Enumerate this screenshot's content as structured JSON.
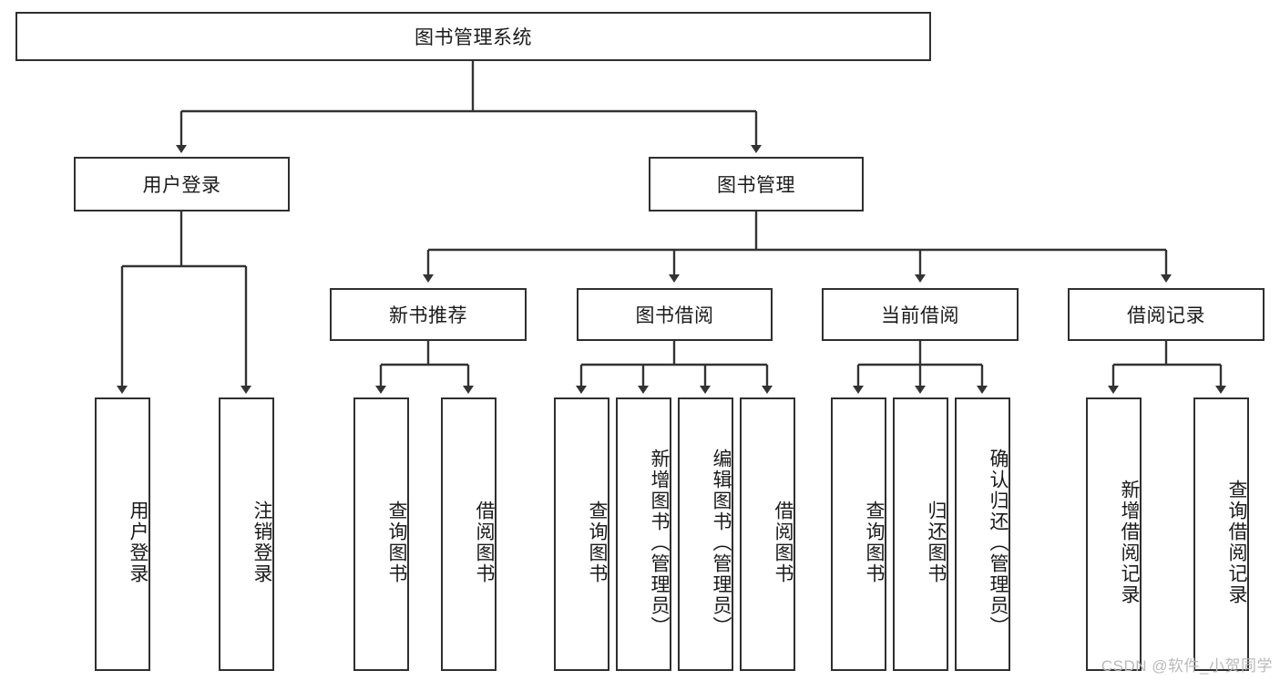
{
  "diagram": {
    "title_node": {
      "label": "图书管理系统"
    },
    "level2": [
      {
        "label": "用户登录"
      },
      {
        "label": "图书管理"
      }
    ],
    "level3": [
      {
        "label": "新书推荐"
      },
      {
        "label": "图书借阅"
      },
      {
        "label": "当前借阅"
      },
      {
        "label": "借阅记录"
      }
    ],
    "leaves": [
      {
        "label": "用户登录"
      },
      {
        "label": "注销登录"
      },
      {
        "label": "查询图书"
      },
      {
        "label": "借阅图书"
      },
      {
        "label": "查询图书"
      },
      {
        "label": "新增图书（管理员）"
      },
      {
        "label": "编辑图书（管理员）"
      },
      {
        "label": "借阅图书"
      },
      {
        "label": "查询图书"
      },
      {
        "label": "归还图书"
      },
      {
        "label": "确认归还（管理员）"
      },
      {
        "label": "新增借阅记录"
      },
      {
        "label": "查询借阅记录"
      }
    ]
  },
  "watermark": {
    "text": "CSDN @软件_小贺同学"
  },
  "colors": {
    "box_border": "#2f2f2f",
    "connector": "#333333",
    "background": "#ffffff",
    "text": "#1a1a1a",
    "watermark": "#b9b9b9"
  }
}
